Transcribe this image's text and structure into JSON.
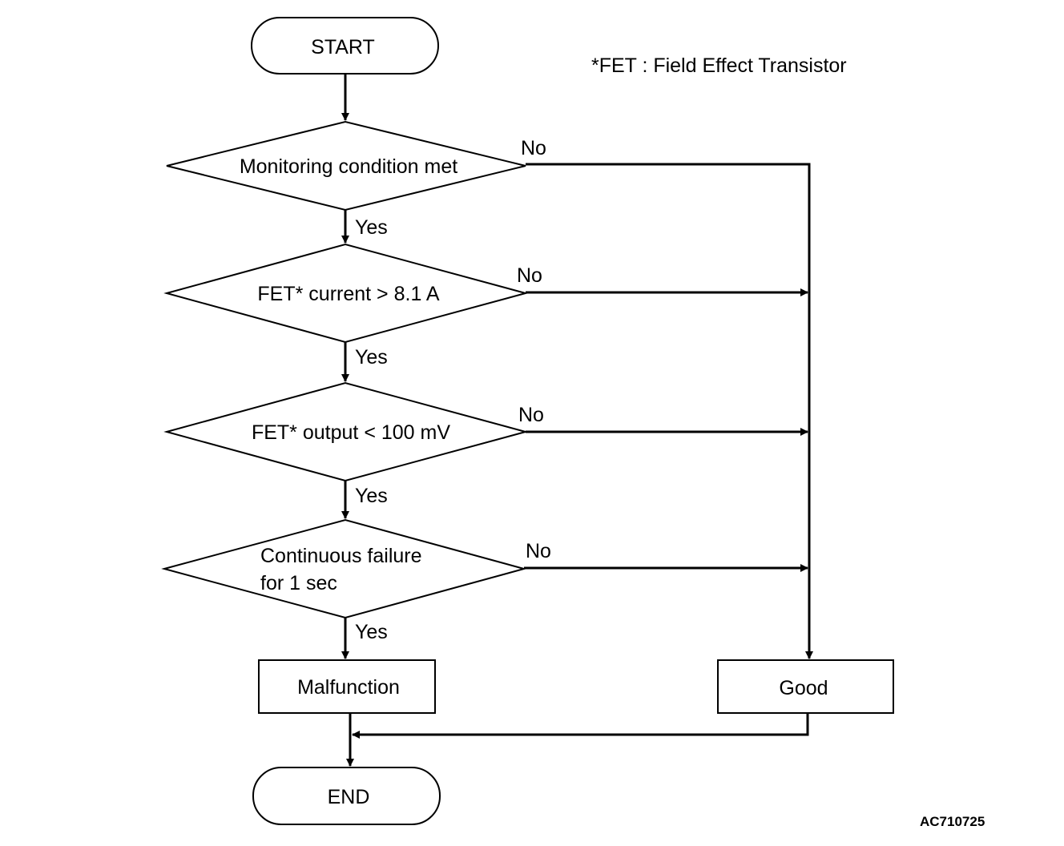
{
  "note": "*FET : Field Effect Transistor",
  "figure_code": "AC710725",
  "nodes": {
    "start": "START",
    "decision1": "Monitoring condition met",
    "decision2": "FET* current > 8.1 A",
    "decision3": "FET* output < 100 mV",
    "decision4_line1": "Continuous failure",
    "decision4_line2": "for 1 sec",
    "malfunction": "Malfunction",
    "good": "Good",
    "end": "END"
  },
  "edges": {
    "d1_yes": "Yes",
    "d1_no": "No",
    "d2_yes": "Yes",
    "d2_no": "No",
    "d3_yes": "Yes",
    "d3_no": "No",
    "d4_yes": "Yes",
    "d4_no": "No"
  }
}
